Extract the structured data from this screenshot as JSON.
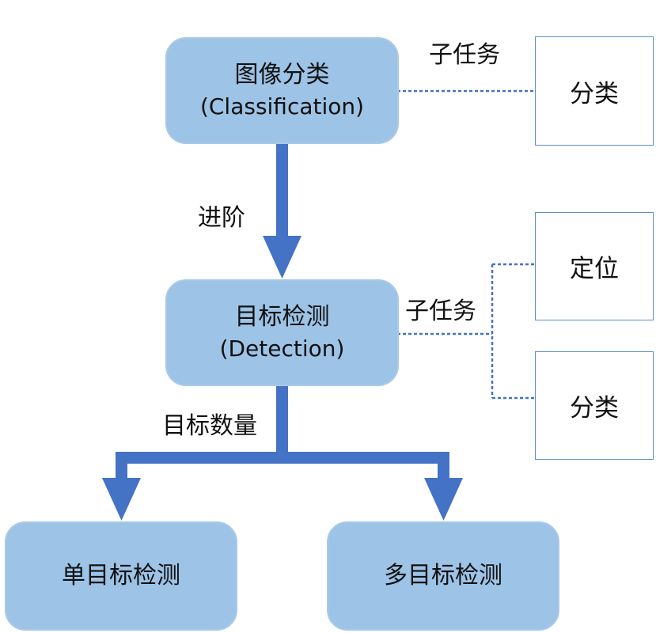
{
  "nodes": {
    "classification": {
      "title": "图像分类",
      "subtitle": "(Classification)"
    },
    "detection": {
      "title": "目标检测",
      "subtitle": "(Detection)"
    },
    "single_object": {
      "title": "单目标检测"
    },
    "multi_object": {
      "title": "多目标检测"
    }
  },
  "subtasks": {
    "classification": {
      "label": "子任务",
      "items": [
        "分类"
      ]
    },
    "detection": {
      "label": "子任务",
      "items": [
        "定位",
        "分类"
      ]
    }
  },
  "edges": {
    "advance_label": "进阶",
    "object_count_label": "目标数量"
  },
  "colors": {
    "node_fill": "#9dc3e6",
    "arrow": "#4472c4",
    "dashed_line": "#4472c4",
    "box_border": "#5b8ec9"
  }
}
